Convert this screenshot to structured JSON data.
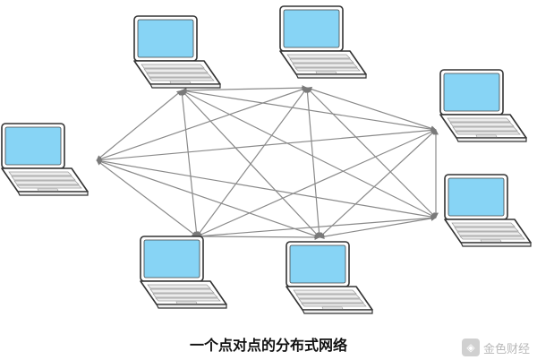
{
  "caption": "一个点对点的分布式网络",
  "watermark": {
    "text": "金色财经",
    "logo_icon": "golden-finance-logo-icon"
  },
  "colors": {
    "screen": "#87d4f5",
    "edge": "#8a8a8a",
    "laptop_outline": "#333333",
    "keyboard": "#e6e6e6"
  },
  "network": {
    "nodes": [
      {
        "id": "left"
      },
      {
        "id": "top-left"
      },
      {
        "id": "top-center"
      },
      {
        "id": "right-top"
      },
      {
        "id": "right-bottom"
      },
      {
        "id": "bottom-center"
      },
      {
        "id": "bottom-left"
      }
    ],
    "topology": "full-mesh"
  }
}
